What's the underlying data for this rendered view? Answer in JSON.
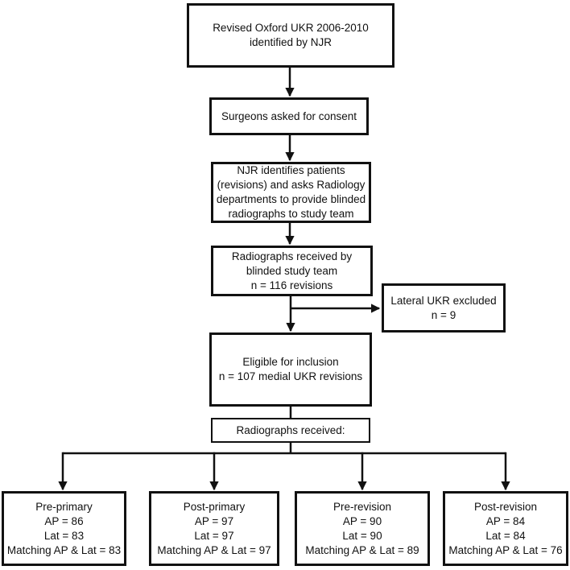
{
  "nodes": {
    "source": {
      "lines": [
        "Revised Oxford UKR 2006-2010",
        "identified by NJR"
      ]
    },
    "consent": {
      "lines": [
        "Surgeons asked for  consent"
      ]
    },
    "njr_request": {
      "lines": [
        "NJR identifies patients",
        "(revisions) and asks Radiology",
        "departments to provide blinded",
        "radiographs to study team"
      ]
    },
    "received": {
      "lines": [
        "Radiographs received by",
        "blinded study team",
        "n = 116 revisions"
      ]
    },
    "excluded": {
      "lines": [
        "Lateral UKR excluded",
        "n = 9"
      ]
    },
    "eligible": {
      "lines": [
        "Eligible for inclusion",
        "n = 107 medial UKR revisions"
      ]
    },
    "radiographs_received": {
      "lines": [
        "Radiographs received:"
      ]
    },
    "pre_primary": {
      "lines": [
        "Pre-primary",
        "AP = 86",
        "Lat = 83",
        "Matching AP & Lat = 83"
      ]
    },
    "post_primary": {
      "lines": [
        "Post-primary",
        "AP = 97",
        "Lat = 97",
        "Matching AP & Lat = 97"
      ]
    },
    "pre_revision": {
      "lines": [
        "Pre-revision",
        "AP = 90",
        "Lat = 90",
        "Matching AP & Lat = 89"
      ]
    },
    "post_revision": {
      "lines": [
        "Post-revision",
        "AP = 84",
        "Lat = 84",
        "Matching AP & Lat = 76"
      ]
    }
  },
  "counts": {
    "revisions_received": 116,
    "lateral_excluded": 9,
    "eligible_medial_revisions": 107,
    "pre_primary": {
      "ap": 86,
      "lat": 83,
      "matching": 83
    },
    "post_primary": {
      "ap": 97,
      "lat": 97,
      "matching": 97
    },
    "pre_revision": {
      "ap": 90,
      "lat": 90,
      "matching": 89
    },
    "post_revision": {
      "ap": 84,
      "lat": 84,
      "matching": 76
    }
  },
  "colors": {
    "line": "#111111",
    "box_border": "#111111",
    "background": "#ffffff",
    "text": "#111111"
  }
}
